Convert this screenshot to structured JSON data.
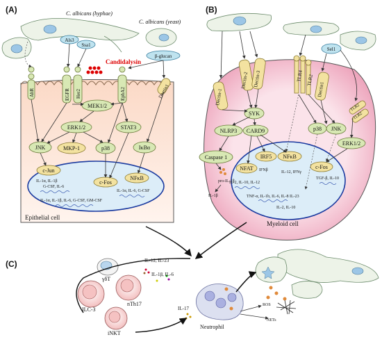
{
  "panels": {
    "a": "(A)",
    "b": "(B)",
    "c": "(C)"
  },
  "panel_a": {
    "fungi": {
      "hyphae": "C. albicans (hyphae)",
      "yeast": "C. albicans (yeast)"
    },
    "hyphal_proteins": {
      "als3": "Als3",
      "ssa1": "Ssa1"
    },
    "toxin": "Candidalysin",
    "ligand": "β-glucan",
    "receptors": {
      "ahr": "AhR",
      "egfr": "EGFR",
      "her2": "Her2",
      "epha2": "EphA2",
      "dectin1": "Dectin1"
    },
    "signaling": {
      "mek": "MEK1/2",
      "erk": "ERK1/2",
      "stat3": "STAT3",
      "jnk": "JNK",
      "mkp1": "MKP-1",
      "p38": "p38",
      "ikba": "IκBα",
      "cjun": "c-Jun",
      "cfos": "c-Fos",
      "nfkb": "NFκB"
    },
    "cytokines": {
      "line1": "IL-1α, IL-1β",
      "line2": "G-CSF, IL-6",
      "line3": "IL-1α, IL-6, G-CSF",
      "line4": "IL-1α, IL-1β, IL-6, G-CSF, GM-CSF"
    },
    "cell_label": "Epithelial cell"
  },
  "panel_b": {
    "receptors": {
      "dectin1a": "Dectin-1",
      "dectin2": "Dectin-2",
      "dectin3": "Dectin-3",
      "tlr4": "TLR4",
      "tlr2": "TLR2",
      "dectin1b": "Dectin1",
      "tlr2b": "TLR2",
      "tlr2c": "TLR2"
    },
    "sel1": "Sel1",
    "signaling": {
      "syk": "SYK",
      "nlrp3": "NLRP3",
      "card9": "CARD9",
      "caspase1": "Caspase 1",
      "irf5": "IRF5",
      "nfkb": "NFκB",
      "nfat": "NFAT",
      "p38": "p38",
      "jnk": "JNK",
      "erk": "ERK1/2",
      "cfos": "c-Fos"
    },
    "cytokines": {
      "proil": "pro-IL-1β",
      "il1b": "IL-1β",
      "ifnb": "IFNβ",
      "il12ifng": "IL-12, IFNγ",
      "il2_10_12": "IL-2, IL-10, IL-12",
      "tgf": "TGF-β, IL-10",
      "tnf": "TNF-α, IL-1b, IL-6, IL-8 IL-23",
      "il2_10": "IL-2, IL-10"
    },
    "cell_label": "Myeloid cell"
  },
  "panel_c": {
    "cells": {
      "gdt": "γδT",
      "ilc3": "ILC-3",
      "nth17": "nTh17",
      "inkt": "iNKT",
      "neutrophil": "Neutrophil"
    },
    "cytokines": {
      "il12_23": "IL-12, IL-23",
      "il1b_6": "IL-1β, IL-6",
      "il17": "IL-17"
    },
    "effectors": {
      "ros": "ROS",
      "nets": "NETs"
    }
  }
}
